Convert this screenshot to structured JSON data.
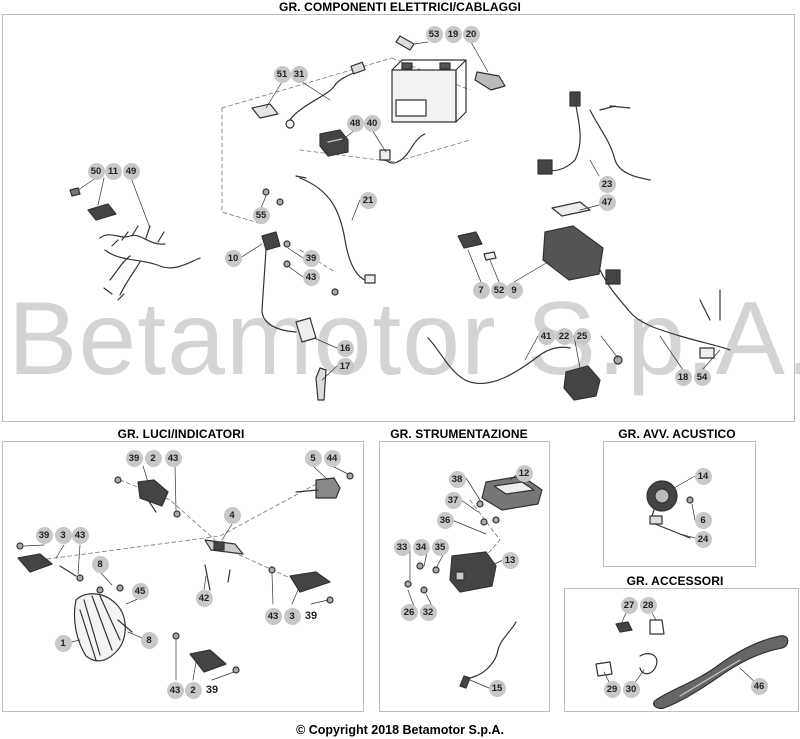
{
  "sections": [
    {
      "id": "elettrici",
      "title": "GR. COMPONENTI ELETTRICI/CABLAGGI"
    },
    {
      "id": "luci",
      "title": "GR. LUCI/INDICATORI"
    },
    {
      "id": "strumentazione",
      "title": "GR. STRUMENTAZIONE"
    },
    {
      "id": "acustico",
      "title": "GR. AVV. ACUSTICO"
    },
    {
      "id": "accessori",
      "title": "GR. ACCESSORI"
    }
  ],
  "watermark": "Betamotor S.p.A.",
  "copyright": "© Copyright 2018 Betamotor S.p.A.",
  "colors": {
    "callout_fill": "#c8c8c8",
    "line": "#333333",
    "panel_border": "#bdbdbd",
    "watermark": "#d4d4d4"
  },
  "callouts": {
    "elettrici": [
      "53",
      "19",
      "20",
      "51",
      "31",
      "48",
      "40",
      "50",
      "11",
      "49",
      "55",
      "21",
      "10",
      "39",
      "43",
      "16",
      "17",
      "23",
      "47",
      "7",
      "52",
      "9",
      "41",
      "22",
      "25",
      "18",
      "54"
    ],
    "luci": [
      "39",
      "2",
      "43",
      "5",
      "44",
      "4",
      "39",
      "3",
      "43",
      "8",
      "45",
      "42",
      "1",
      "8",
      "43",
      "3",
      "39",
      "43",
      "2",
      "39"
    ],
    "strumentazione": [
      "38",
      "12",
      "37",
      "36",
      "33",
      "34",
      "35",
      "13",
      "26",
      "32",
      "15"
    ],
    "acustico": [
      "14",
      "6",
      "24"
    ],
    "accessori": [
      "27",
      "28",
      "29",
      "30",
      "46"
    ]
  }
}
